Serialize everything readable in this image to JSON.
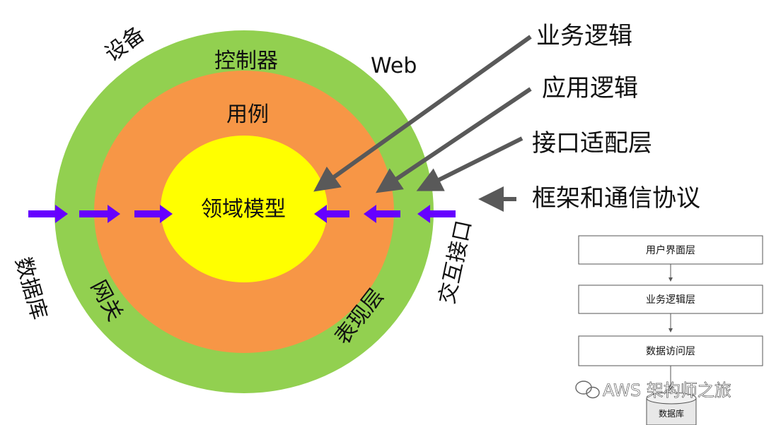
{
  "rings": {
    "outer": {
      "labels": [
        "设备",
        "控制器",
        "Web",
        "数据库",
        "交互接口"
      ],
      "color": "#92d050"
    },
    "middle": {
      "labels": [
        "用例",
        "网关",
        "表现层"
      ],
      "color": "#f79646"
    },
    "inner": {
      "labels": [
        "领域模型"
      ],
      "color": "#ffff00"
    }
  },
  "callouts": [
    "业务逻辑",
    "应用逻辑",
    "接口适配层",
    "框架和通信协议"
  ],
  "layers": [
    "用户界面层",
    "业务逻辑层",
    "数据访问层",
    "数据库"
  ],
  "watermark": "AWS 架构师之旅",
  "colors": {
    "arrow_purple": "#6600ff",
    "arrow_gray": "#595959"
  }
}
